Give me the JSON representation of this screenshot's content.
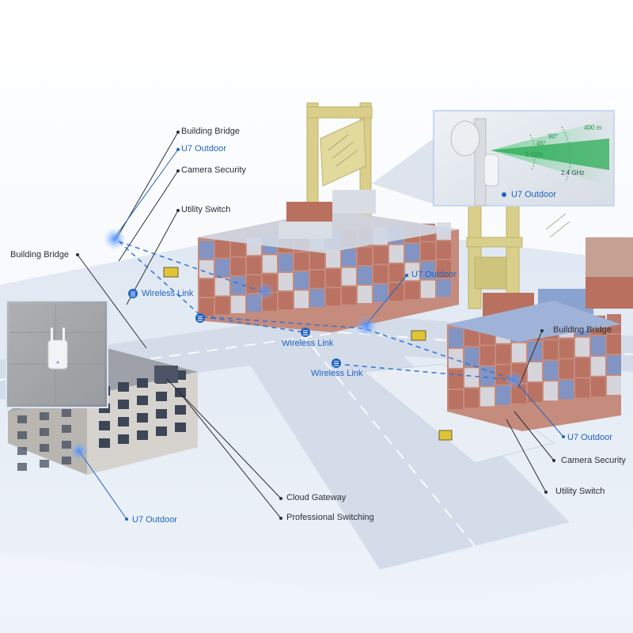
{
  "labels": {
    "building_bridge_top": "Building Bridge",
    "u7_outdoor_top": "U7 Outdoor",
    "camera_security_top": "Camera Security",
    "utility_switch_top": "Utility Switch",
    "building_bridge_left": "Building Bridge",
    "wireless_link_1": "Wireless Link",
    "wireless_link_2": "Wireless Link",
    "wireless_link_3": "Wireless Link",
    "u7_outdoor_center": "U7 Outdoor",
    "building_bridge_right": "Building Bridge",
    "u7_outdoor_right": "U7 Outdoor",
    "camera_security_right": "Camera Security",
    "utility_switch_right": "Utility Switch",
    "cloud_gateway": "Cloud Gateway",
    "professional_switching": "Professional Switching",
    "u7_outdoor_bottom": "U7 Outdoor"
  },
  "inset": {
    "range": "400 m",
    "angle_top": "90°",
    "angle_mid": "45°",
    "band_5ghz": "5 GHz",
    "band_24ghz": "2.4 GHz",
    "device_label": "U7 Outdoor"
  },
  "colors": {
    "accent_blue": "#1f63c4",
    "label_dark": "#2b2f36",
    "crane_yellow": "#d9cf8a",
    "container_red": "#b9705f",
    "container_blue": "#7b95c9"
  }
}
